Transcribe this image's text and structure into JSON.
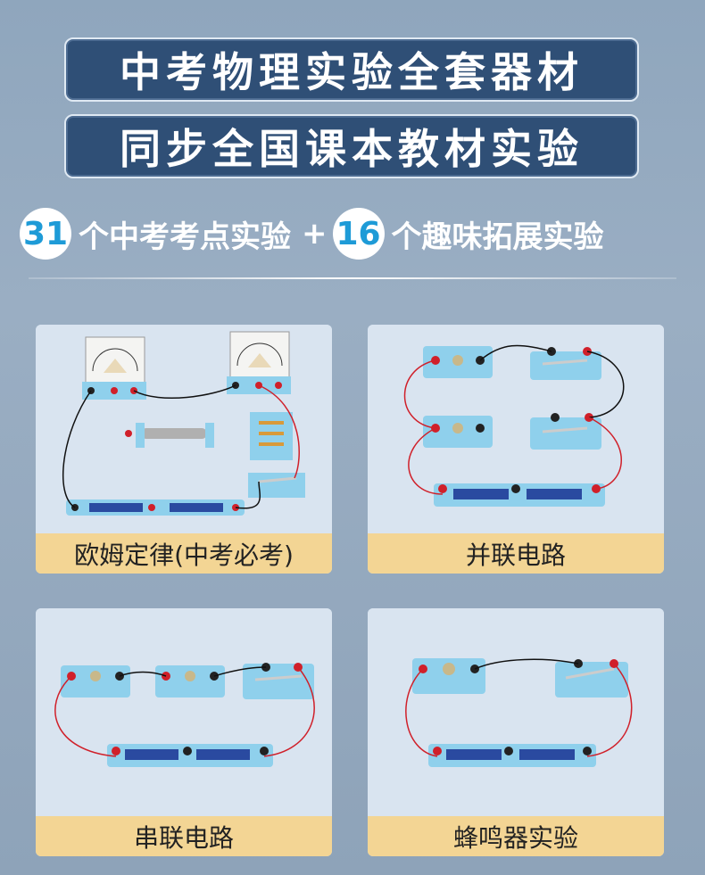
{
  "banners": [
    "中考物理实验全套器材",
    "同步全国课本教材实验"
  ],
  "stats": {
    "num1": "31",
    "text1": "个中考考点实验",
    "plus": "+",
    "num2": "16",
    "text2": "个趣味拓展实验"
  },
  "cards": [
    {
      "caption": "欧姆定律(中考必考)"
    },
    {
      "caption": "并联电路"
    },
    {
      "caption": "串联电路"
    },
    {
      "caption": "蜂鸣器实验"
    }
  ],
  "colors": {
    "banner_bg": "#2f4f76",
    "accent_blue": "#1e9bd7",
    "caption_bg": "#f3d594",
    "board_blue": "#8fd0ec",
    "terminal_red": "#d0202a"
  }
}
